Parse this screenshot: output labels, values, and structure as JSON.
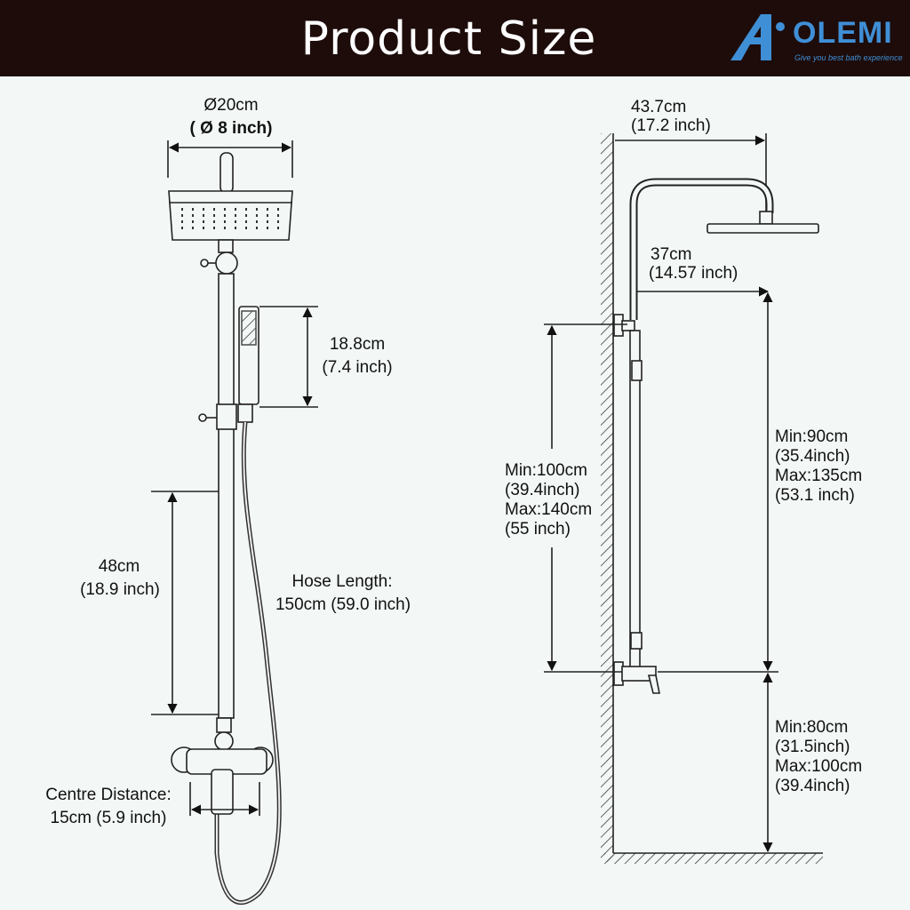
{
  "header": {
    "title": "Product  Size",
    "logo_text": "OLEMI",
    "logo_tagline": "Give you best bath experience",
    "background": "#1d0c0a",
    "accent": "#3f8fd6"
  },
  "front_view": {
    "head_diameter_cm": "Ø20cm",
    "head_diameter_in": "( Ø 8 inch)",
    "handheld_cm": "18.8cm",
    "handheld_in": "(7.4 inch)",
    "slide_cm": "48cm",
    "slide_in": "(18.9 inch)",
    "hose_label": "Hose Length:",
    "hose_value": "150cm (59.0 inch)",
    "centre_label": "Centre Distance:",
    "centre_value": "15cm (5.9 inch)"
  },
  "side_view": {
    "arm_total_cm": "43.7cm",
    "arm_total_in": "(17.2 inch)",
    "arm_reach_cm": "37cm",
    "arm_reach_in": "(14.57 inch)",
    "mount_lines": [
      "Min:100cm",
      "(39.4inch)",
      "Max:140cm",
      "(55 inch)"
    ],
    "pipe_lines": [
      "Min:90cm",
      "(35.4inch)",
      "Max:135cm",
      "(53.1 inch)"
    ],
    "floor_lines": [
      "Min:80cm",
      "(31.5inch)",
      "Max:100cm",
      "(39.4inch)"
    ]
  }
}
